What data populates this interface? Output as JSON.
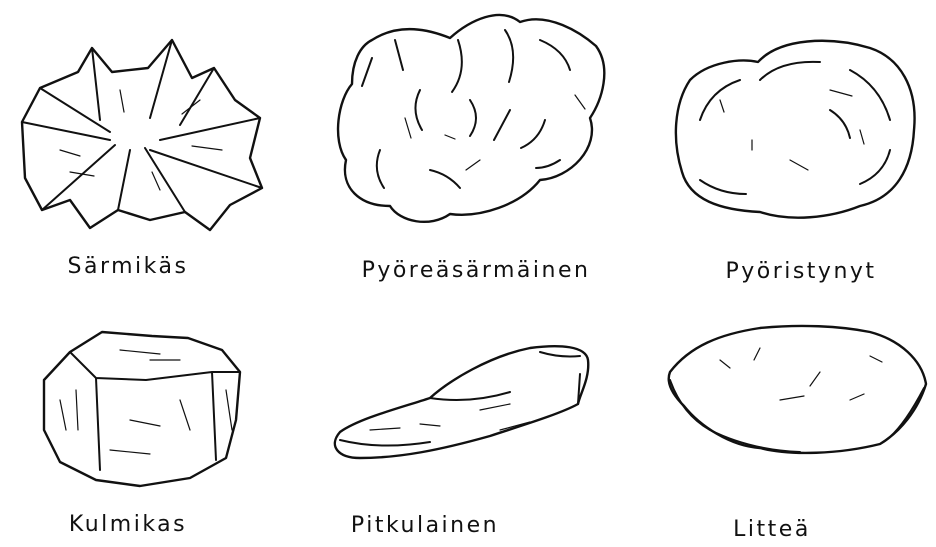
{
  "shapes": [
    {
      "id": "sarmikas",
      "label": "Särmikäs"
    },
    {
      "id": "pyoreasarmainen",
      "label": "Pyöreäsärmäinen"
    },
    {
      "id": "pyoristynyt",
      "label": "Pyöristynyt"
    },
    {
      "id": "kulmikas",
      "label": "Kulmikas"
    },
    {
      "id": "pitkulainen",
      "label": "Pitkulainen"
    },
    {
      "id": "littea",
      "label": "Litteä"
    }
  ]
}
